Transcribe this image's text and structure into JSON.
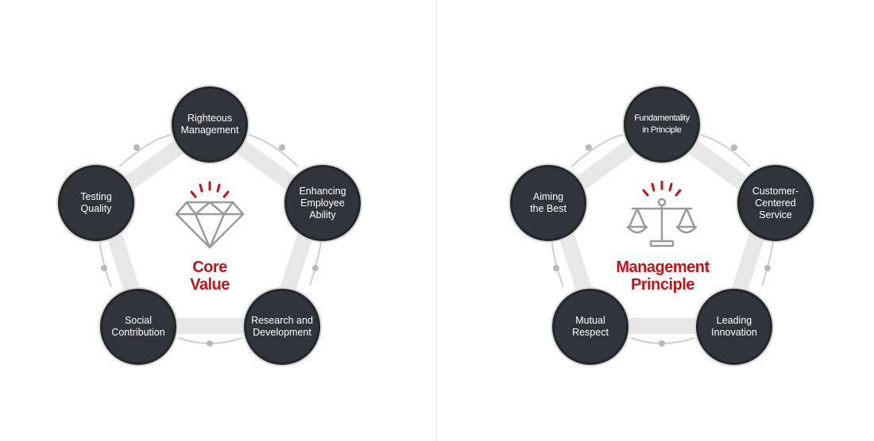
{
  "colors": {
    "accent": "#c0141c",
    "node": "#32343c",
    "ring": "#e6e6e6",
    "icon": "#9a9a9a"
  },
  "left": {
    "center_icon": "diamond-icon",
    "center_title": "Core\nValue",
    "nodes": [
      {
        "label": "Righteous\nManagement"
      },
      {
        "label": "Enhancing\nEmployee\nAbility"
      },
      {
        "label": "Research and\nDevelopment"
      },
      {
        "label": "Social\nContribution"
      },
      {
        "label": "Testing\nQuality"
      }
    ]
  },
  "right": {
    "center_icon": "scales-icon",
    "center_title": "Management\nPrinciple",
    "nodes": [
      {
        "label": "Fundamentality\nin Principle"
      },
      {
        "label": "Customer-\nCentered\nService"
      },
      {
        "label": "Leading\nInnovation"
      },
      {
        "label": "Mutual\nRespect"
      },
      {
        "label": "Aiming\nthe Best"
      }
    ]
  }
}
